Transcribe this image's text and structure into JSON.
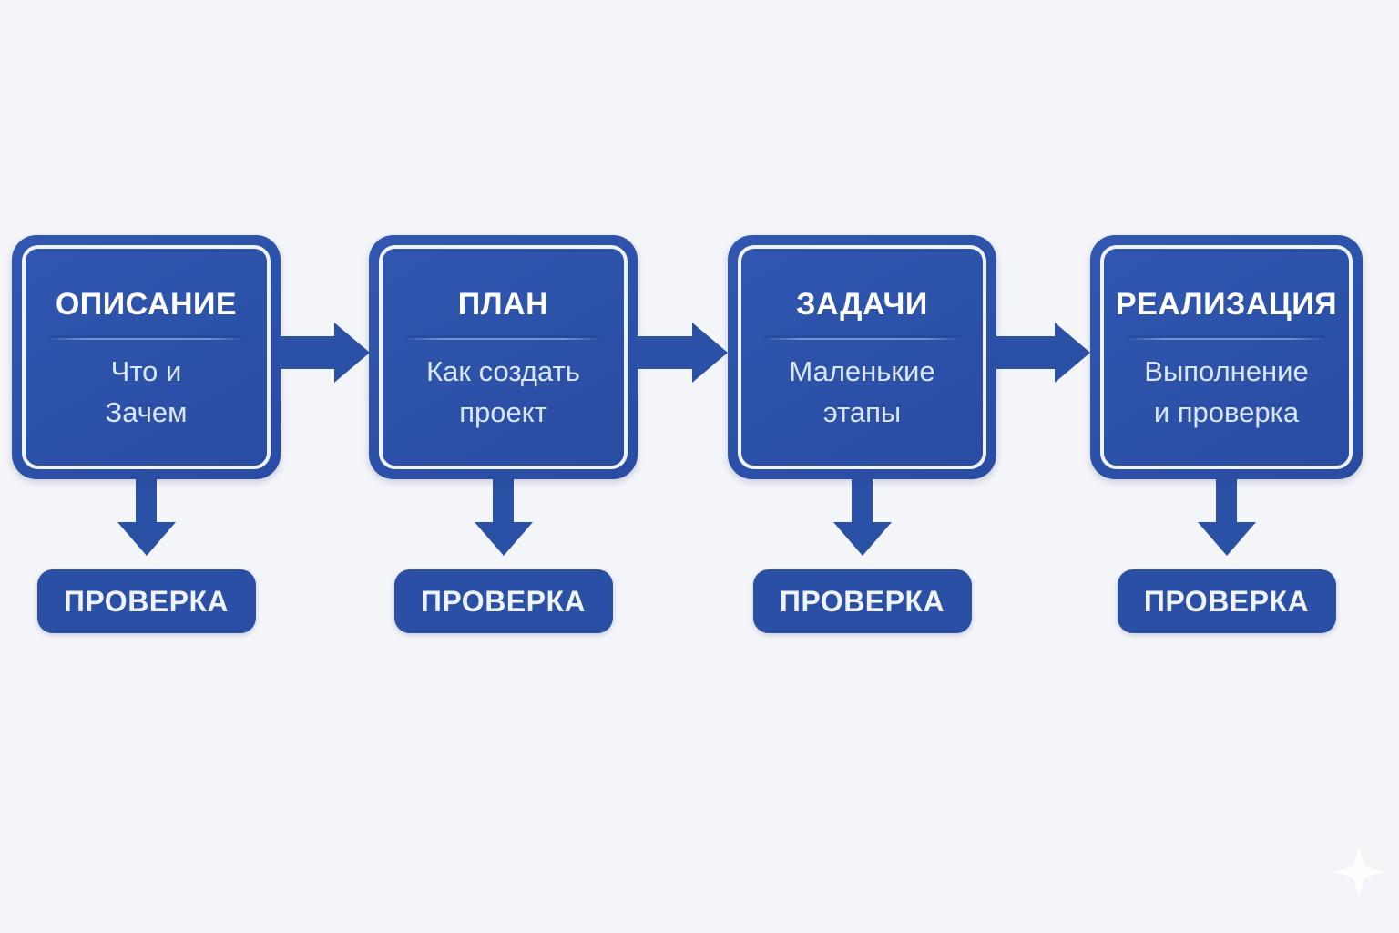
{
  "colors": {
    "background": "#f4f5f9",
    "accent_blue": "#2c52a9",
    "inner_frame": "#eef3fc",
    "title_text": "#ffffff",
    "subtitle_text": "#d9e6fb"
  },
  "diagram": {
    "steps": [
      {
        "title": "ОПИСАНИЕ",
        "subtitle_line1": "Что и",
        "subtitle_line2": "Зачем",
        "check_label": "ПРОВЕРКА"
      },
      {
        "title": "ПЛАН",
        "subtitle_line1": "Как создать",
        "subtitle_line2": "проект",
        "check_label": "ПРОВЕРКА"
      },
      {
        "title": "ЗАДАЧИ",
        "subtitle_line1": "Маленькие",
        "subtitle_line2": "этапы",
        "check_label": "ПРОВЕРКА"
      },
      {
        "title": "РЕАЛИЗАЦИЯ",
        "subtitle_line1": "Выполнение",
        "subtitle_line2": "и проверка",
        "check_label": "ПРОВЕРКА"
      }
    ],
    "connector_icons": {
      "horizontal": "arrow-right-icon",
      "vertical": "arrow-down-icon"
    },
    "watermark_icon": "sparkle-icon"
  }
}
